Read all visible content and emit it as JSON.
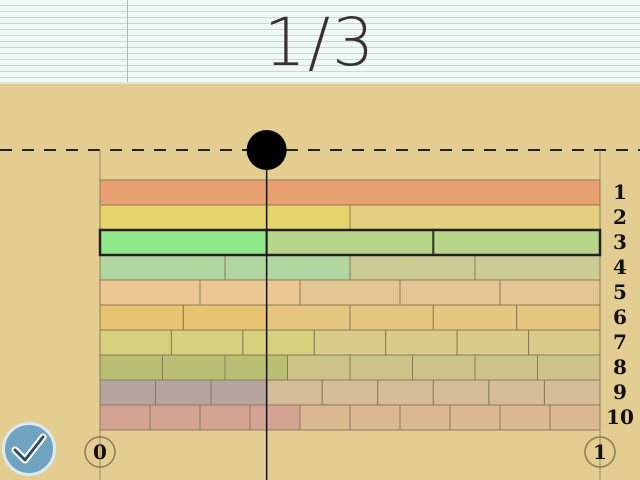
{
  "header": {
    "fraction": "1/3"
  },
  "number_line": {
    "start_label": "0",
    "end_label": "1",
    "marker_value": 0.3333
  },
  "selected_row": 3,
  "rows": [
    {
      "label": "1",
      "denominator": 1,
      "filled_color": "#e8a070",
      "color": "#e6b487"
    },
    {
      "label": "2",
      "denominator": 2,
      "filled_color": "#e6d46c",
      "color": "#e4d07e"
    },
    {
      "label": "3",
      "denominator": 3,
      "filled_color": "#90ea8c",
      "color": "#b8d68a"
    },
    {
      "label": "4",
      "denominator": 4,
      "filled_color": "#b2d6a0",
      "color": "#cacc94"
    },
    {
      "label": "5",
      "denominator": 5,
      "filled_color": "#ecc892",
      "color": "#e4c692"
    },
    {
      "label": "6",
      "denominator": 6,
      "filled_color": "#e8c470",
      "color": "#e4c67e"
    },
    {
      "label": "7",
      "denominator": 7,
      "filled_color": "#d8d07c",
      "color": "#d8cc88"
    },
    {
      "label": "8",
      "denominator": 8,
      "filled_color": "#b8be72",
      "color": "#ccc486"
    },
    {
      "label": "9",
      "denominator": 9,
      "filled_color": "#b6a4a0",
      "color": "#d4bc96"
    },
    {
      "label": "10",
      "denominator": 10,
      "filled_color": "#d4a292",
      "color": "#dcb890"
    }
  ],
  "colors": {
    "background": "#e3cd90",
    "marker": "#000000",
    "check_button": "#6fa3bf"
  },
  "icons": {
    "check": "check-icon"
  }
}
